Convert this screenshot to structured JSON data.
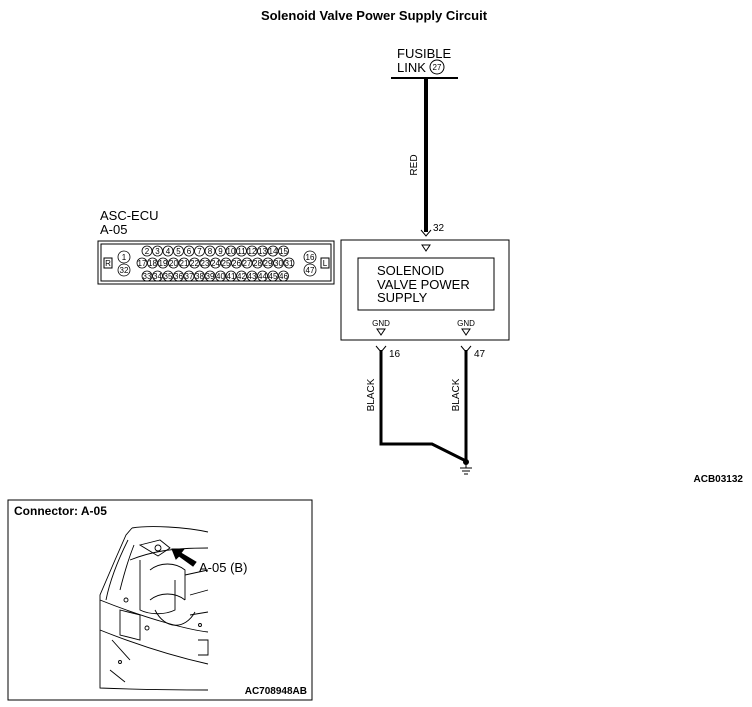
{
  "title": "Solenoid Valve Power Supply Circuit",
  "fusible_link": {
    "line1": "FUSIBLE",
    "line2": "LINK",
    "number": "27"
  },
  "wires": {
    "top_color": "RED",
    "top_pin": "32",
    "gnd_left_color": "BLACK",
    "gnd_left_pin": "16",
    "gnd_right_color": "BLACK",
    "gnd_right_pin": "47"
  },
  "ecu": {
    "name": "ASC-ECU",
    "connector": "A-05",
    "inner_lines": [
      "SOLENOID",
      "VALVE POWER",
      "SUPPLY"
    ],
    "gnd_left": "GND",
    "gnd_right": "GND"
  },
  "connector_face": {
    "side_left": "R",
    "side_right": "L",
    "left_pins": [
      "1",
      "32"
    ],
    "right_pins": [
      "16",
      "47"
    ],
    "row1": [
      "2",
      "3",
      "4",
      "5",
      "6",
      "7",
      "8",
      "9",
      "10",
      "11",
      "12",
      "13",
      "14",
      "15"
    ],
    "row2": [
      "17",
      "18",
      "19",
      "20",
      "21",
      "22",
      "23",
      "24",
      "25",
      "26",
      "27",
      "28",
      "29",
      "30",
      "31"
    ],
    "row3": [
      "33",
      "34",
      "35",
      "36",
      "37",
      "38",
      "39",
      "40",
      "41",
      "42",
      "43",
      "44",
      "45",
      "46"
    ]
  },
  "diagram_code": "ACB03132",
  "locator": {
    "heading": "Connector: A-05",
    "callout": "A-05 (B)",
    "code": "AC708948AB"
  }
}
